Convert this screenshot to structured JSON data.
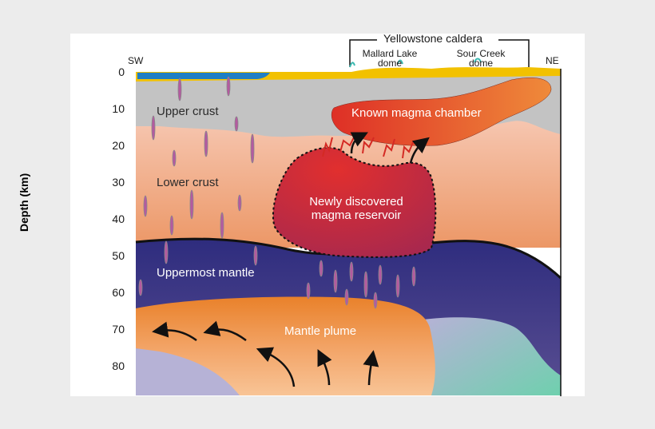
{
  "diagram": {
    "caldera_title": "Yellowstone caldera",
    "domes": [
      {
        "line1": "Mallard Lake",
        "line2": "dome"
      },
      {
        "line1": "Sour Creek",
        "line2": "dome"
      }
    ],
    "directions": {
      "left": "SW",
      "right": "NE"
    },
    "y_axis": {
      "title": "Depth (km)",
      "ticks": [
        "0",
        "10",
        "20",
        "30",
        "40",
        "50",
        "60",
        "70",
        "80"
      ]
    },
    "layers": {
      "upper_crust": "Upper crust",
      "lower_crust": "Lower crust",
      "uppermost_mantle": "Uppermost mantle",
      "mantle_plume": "Mantle plume"
    },
    "bodies": {
      "known_chamber": "Known magma chamber",
      "reservoir_line1": "Newly discovered",
      "reservoir_line2": "magma reservoir"
    },
    "colors": {
      "upper_crust": "#c4c4c4",
      "lower_crust_top": "#f6c3ac",
      "lower_crust_bottom": "#ec9a6a",
      "mantle": "#3a3886",
      "plume": "#ea8b2c",
      "deep_mantle": "#b6b2d6",
      "magma_chamber": "#e2402a",
      "reservoir": "#c8304a",
      "surface": "#f2c100",
      "lake": "#1f7fc4"
    }
  }
}
